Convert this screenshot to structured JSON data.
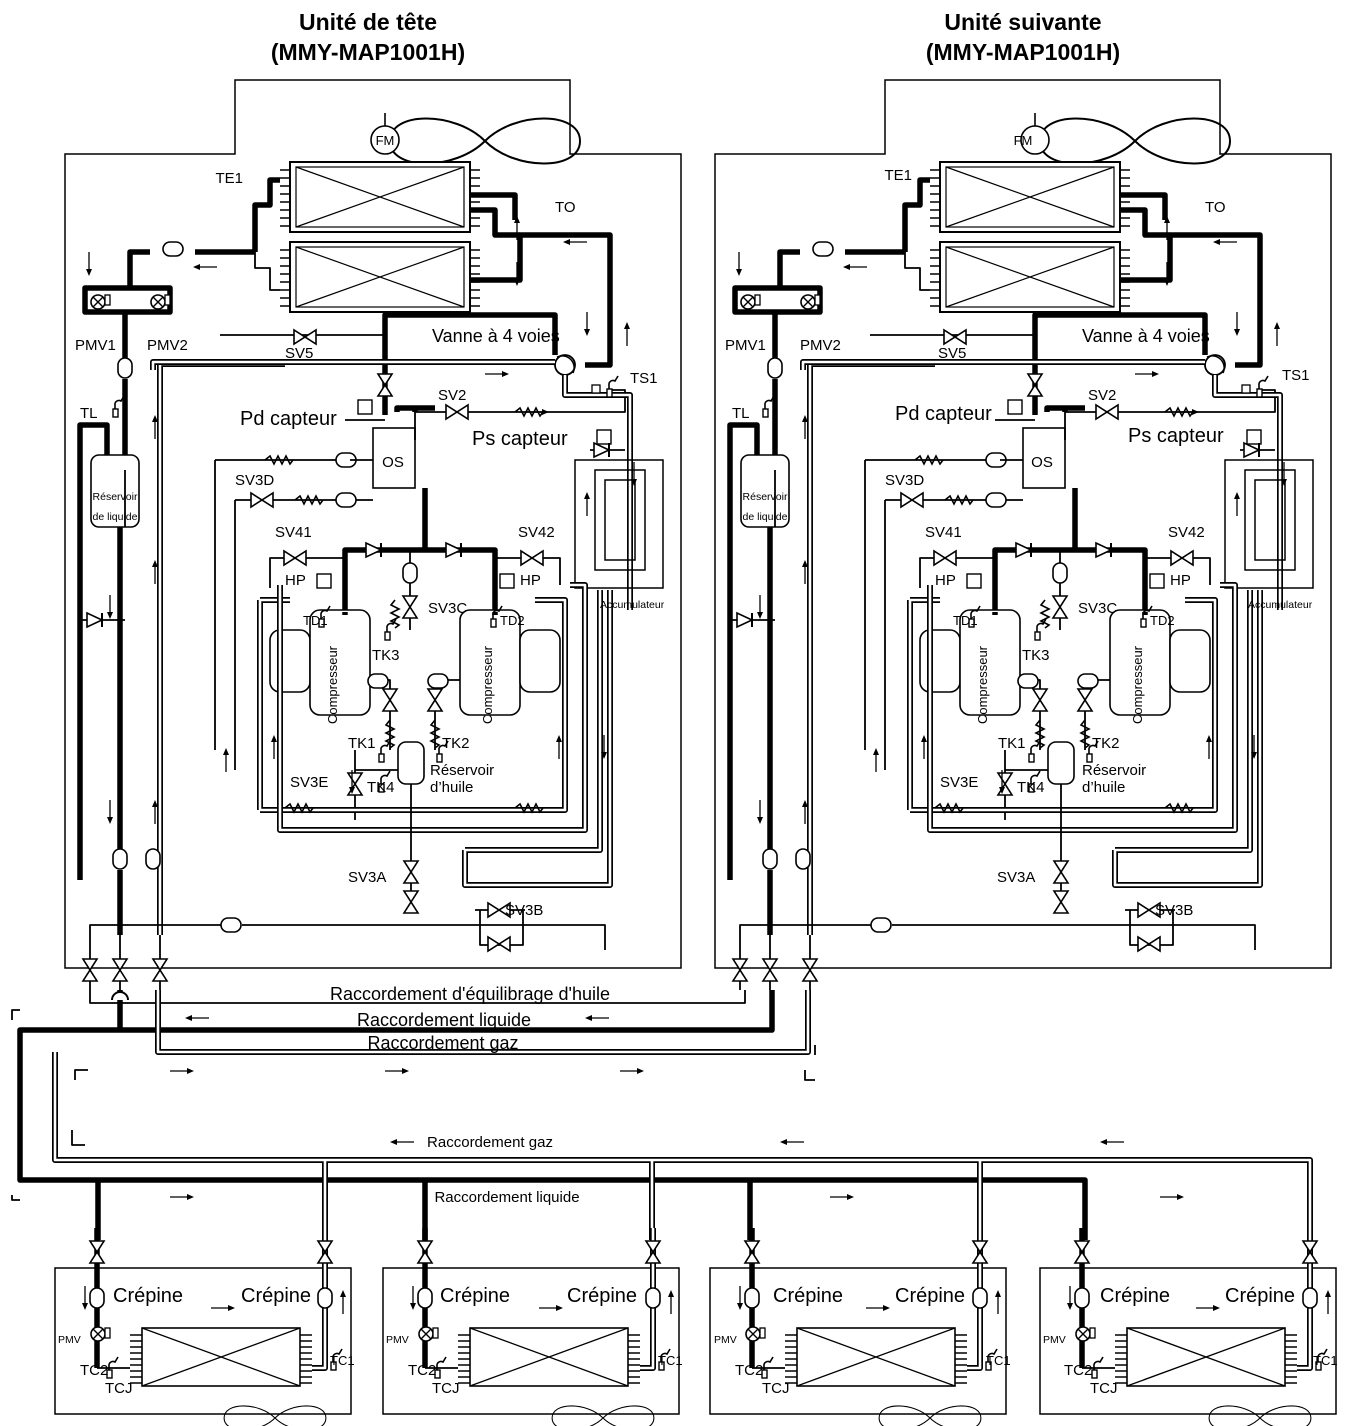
{
  "units": [
    {
      "title_line1": "Unité de tête",
      "title_line2": "(MMY-MAP1001H)",
      "fan_motor": "FM",
      "te1": "TE1",
      "to": "TO",
      "ts1": "TS1",
      "tl": "TL",
      "pmv1": "PMV1",
      "pmv2": "PMV2",
      "sv5": "SV5",
      "four_way": "Vanne à 4 voies",
      "sv2": "SV2",
      "pd": "Pd capteur",
      "ps": "Ps capteur",
      "os": "OS",
      "sv3d": "SV3D",
      "sv41": "SV41",
      "sv42": "SV42",
      "hp1": "HP",
      "hp2": "HP",
      "sv3c": "SV3C",
      "td1": "TD1",
      "td2": "TD2",
      "tk3": "TK3",
      "tk1": "TK1",
      "tk2": "TK2",
      "tk4": "TK4",
      "sv3e": "SV3E",
      "sv3a": "SV3A",
      "sv3b": "SV3B",
      "comp1": "Compresseur",
      "comp2": "Compresseur",
      "liq_tank_1": "Réservoir",
      "liq_tank_2": "de liquide",
      "oil_tank_1": "Réservoir",
      "oil_tank_2": "d’huile",
      "accumulator": "Accumulateur"
    },
    {
      "title_line1": "Unité suivante",
      "title_line2": "(MMY-MAP1001H)",
      "fan_motor": "FM",
      "te1": "TE1",
      "to": "TO",
      "ts1": "TS1",
      "tl": "TL",
      "pmv1": "PMV1",
      "pmv2": "PMV2",
      "sv5": "SV5",
      "four_way": "Vanne à 4 voies",
      "sv2": "SV2",
      "pd": "Pd capteur",
      "ps": "Ps capteur",
      "os": "OS",
      "sv3d": "SV3D",
      "sv41": "SV41",
      "sv42": "SV42",
      "hp1": "HP",
      "hp2": "HP",
      "sv3c": "SV3C",
      "td1": "TD1",
      "td2": "TD2",
      "tk3": "TK3",
      "tk1": "TK1",
      "tk2": "TK2",
      "tk4": "TK4",
      "sv3e": "SV3E",
      "sv3a": "SV3A",
      "sv3b": "SV3B",
      "comp1": "Compresseur",
      "comp2": "Compresseur",
      "liq_tank_1": "Réservoir",
      "liq_tank_2": "de liquide",
      "oil_tank_1": "Réservoir",
      "oil_tank_2": "d’huile",
      "accumulator": "Accumulateur"
    }
  ],
  "connections": {
    "oil_balance": "Raccordement d'équilibrage d'huile",
    "liquid": "Raccordement liquide",
    "gas": "Raccordement gaz",
    "gas_main": "Raccordement gaz",
    "liquid_main": "Raccordement liquide"
  },
  "indoor_units": [
    {
      "strainer_left": "Crépine",
      "strainer_right": "Crépine",
      "pmv": "PMV",
      "tc1": "TC1",
      "tc2": "TC2",
      "tcj": "TCJ"
    },
    {
      "strainer_left": "Crépine",
      "strainer_right": "Crépine",
      "pmv": "PMV",
      "tc1": "TC1",
      "tc2": "TC2",
      "tcj": "TCJ"
    },
    {
      "strainer_left": "Crépine",
      "strainer_right": "Crépine",
      "pmv": "PMV",
      "tc1": "TC1",
      "tc2": "TC2",
      "tcj": "TCJ"
    },
    {
      "strainer_left": "Crépine",
      "strainer_right": "Crépine",
      "pmv": "PMV",
      "tc1": "TC1",
      "tc2": "TC2",
      "tcj": "TCJ"
    }
  ]
}
